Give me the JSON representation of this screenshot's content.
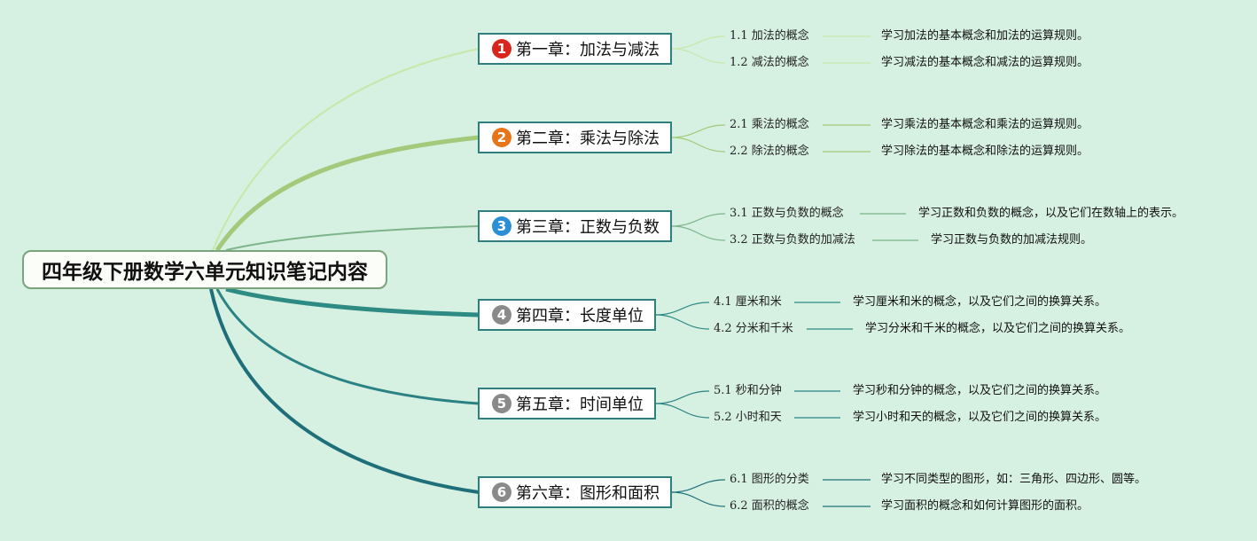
{
  "root": "四年级下册数学六单元知识笔记内容",
  "colors": {
    "background": "#d6f0e1",
    "badge": [
      "#d9261c",
      "#e8741a",
      "#2b8fd6",
      "#8a8a8a",
      "#8a8a8a",
      "#8a8a8a"
    ],
    "branch": [
      "#c7e8a9",
      "#a3c97a",
      "#7db48c",
      "#2d8b84",
      "#2b8284",
      "#1f6f7a"
    ]
  },
  "chapters": [
    {
      "num": "1",
      "title": "第一章：加法与减法",
      "topics": [
        {
          "label": "1.1 加法的概念",
          "desc": "学习加法的基本概念和加法的运算规则。"
        },
        {
          "label": "1.2 减法的概念",
          "desc": "学习减法的基本概念和减法的运算规则。"
        }
      ]
    },
    {
      "num": "2",
      "title": "第二章：乘法与除法",
      "topics": [
        {
          "label": "2.1 乘法的概念",
          "desc": "学习乘法的基本概念和乘法的运算规则。"
        },
        {
          "label": "2.2 除法的概念",
          "desc": "学习除法的基本概念和除法的运算规则。"
        }
      ]
    },
    {
      "num": "3",
      "title": "第三章：正数与负数",
      "topics": [
        {
          "label": "3.1 正数与负数的概念",
          "desc": "学习正数和负数的概念，以及它们在数轴上的表示。"
        },
        {
          "label": "3.2 正数与负数的加减法",
          "desc": "学习正数与负数的加减法规则。"
        }
      ]
    },
    {
      "num": "4",
      "title": "第四章：长度单位",
      "topics": [
        {
          "label": "4.1 厘米和米",
          "desc": "学习厘米和米的概念，以及它们之间的换算关系。"
        },
        {
          "label": "4.2 分米和千米",
          "desc": "学习分米和千米的概念，以及它们之间的换算关系。"
        }
      ]
    },
    {
      "num": "5",
      "title": "第五章：时间单位",
      "topics": [
        {
          "label": "5.1 秒和分钟",
          "desc": "学习秒和分钟的概念，以及它们之间的换算关系。"
        },
        {
          "label": "5.2 小时和天",
          "desc": "学习小时和天的概念，以及它们之间的换算关系。"
        }
      ]
    },
    {
      "num": "6",
      "title": "第六章：图形和面积",
      "topics": [
        {
          "label": "6.1 图形的分类",
          "desc": "学习不同类型的图形，如：三角形、四边形、圆等。"
        },
        {
          "label": "6.2 面积的概念",
          "desc": "学习面积的概念和如何计算图形的面积。"
        }
      ]
    }
  ]
}
